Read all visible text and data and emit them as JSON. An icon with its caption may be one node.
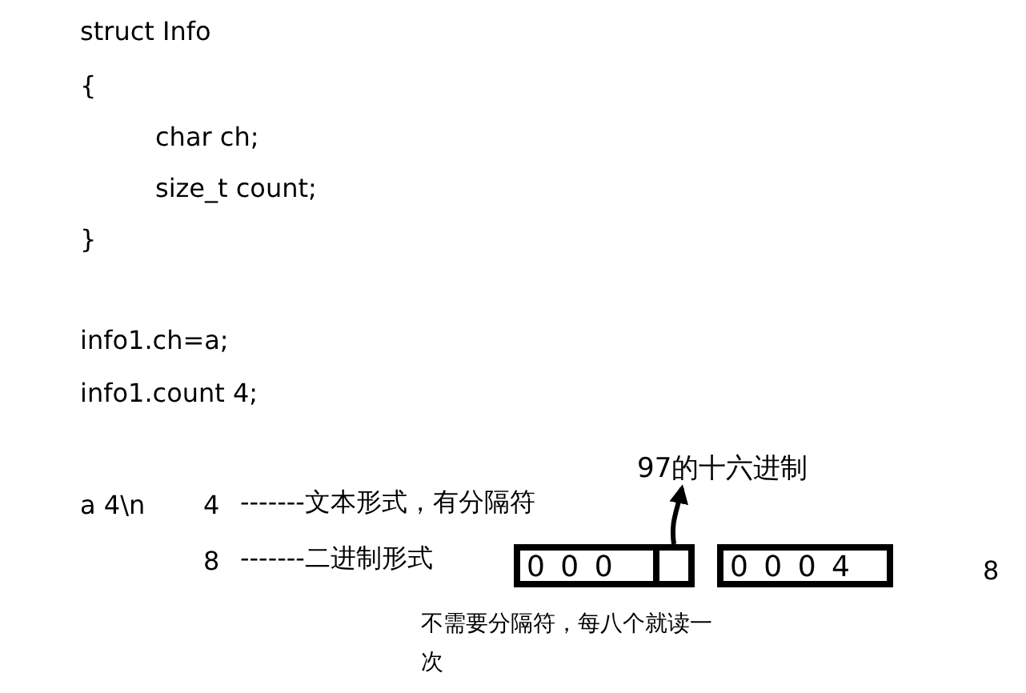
{
  "diagram": {
    "nodes": [
      {
        "text": [
          "0 0 0"
        ]
      },
      {
        "text": [],
        "shape": "box",
        "in": 0
      },
      {
        "text": [
          "97的十六进制"
        ]
      },
      {
        "text": [
          "0 0 0 4"
        ]
      }
    ],
    "edges": [
      {
        "from": 1,
        "to": 2,
        "arrow": "to"
      }
    ],
    "labels": [
      "struct Info",
      "{",
      "char ch;",
      "size_t count;",
      "}",
      "info1.ch=a;",
      "info1.count 4;",
      "a 4\\n",
      "4",
      "-------文本形式，有分隔符",
      "8",
      "-------二进制形式",
      "8",
      "不需要分隔符，每八个就读一次"
    ]
  }
}
